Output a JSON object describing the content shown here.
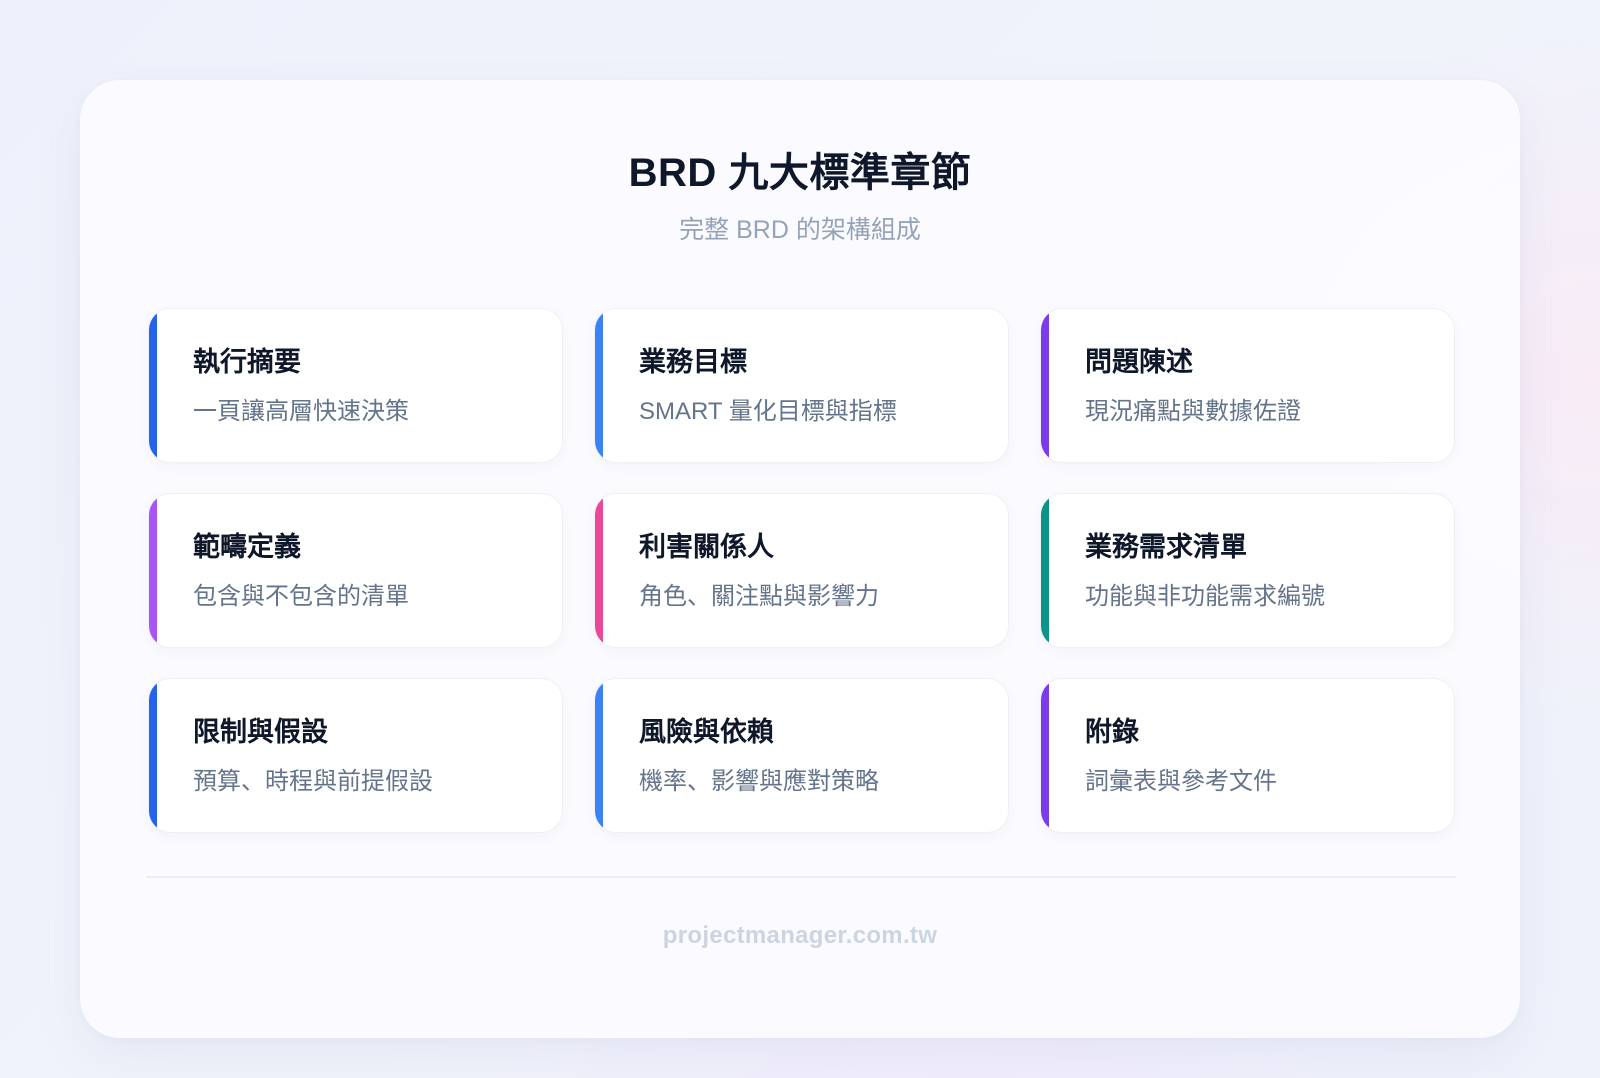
{
  "header": {
    "title": "BRD 九大標準章節",
    "subtitle": "完整 BRD 的架構組成"
  },
  "sections": [
    {
      "title": "執行摘要",
      "description": "一頁讓高層快速決策",
      "accent_color": "#2563eb"
    },
    {
      "title": "業務目標",
      "description": "SMART 量化目標與指標",
      "accent_color": "#3b82f6"
    },
    {
      "title": "問題陳述",
      "description": "現況痛點與數據佐證",
      "accent_color": "#7c3aed"
    },
    {
      "title": "範疇定義",
      "description": "包含與不包含的清單",
      "accent_color": "#a855f7"
    },
    {
      "title": "利害關係人",
      "description": "角色、關注點與影響力",
      "accent_color": "#ec4899"
    },
    {
      "title": "業務需求清單",
      "description": "功能與非功能需求編號",
      "accent_color": "#0d9488"
    },
    {
      "title": "限制與假設",
      "description": "預算、時程與前提假設",
      "accent_color": "#2563eb"
    },
    {
      "title": "風險與依賴",
      "description": "機率、影響與應對策略",
      "accent_color": "#3b82f6"
    },
    {
      "title": "附錄",
      "description": "詞彙表與參考文件",
      "accent_color": "#7c3aed"
    }
  ],
  "footer": {
    "website": "projectmanager.com.tw"
  }
}
